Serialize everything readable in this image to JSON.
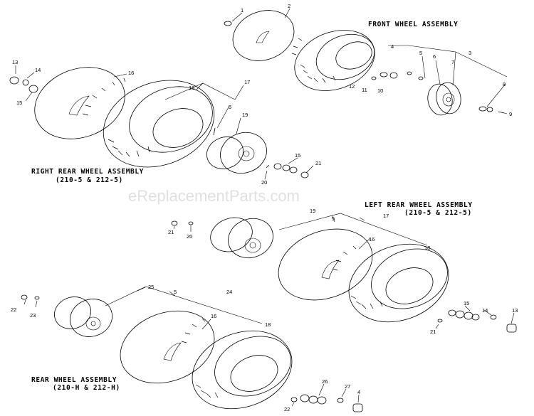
{
  "watermark": "eReplacementParts.com",
  "titles": {
    "front": "FRONT WHEEL ASSEMBLY",
    "right_rear_1": "RIGHT REAR WHEEL ASSEMBLY",
    "right_rear_2": "(210-5 & 212-5)",
    "left_rear_1": "LEFT REAR WHEEL ASSEMBLY",
    "left_rear_2": "(210-5 & 212-5)",
    "rear_1": "REAR WHEEL ASSEMBLY",
    "rear_2": "(210-H & 212-H)"
  },
  "callouts": {
    "f1": "1",
    "f2": "2",
    "f3": "3",
    "f4": "4",
    "f5": "5",
    "f6": "6",
    "f7": "7",
    "f8": "8",
    "f9": "9",
    "f10": "10",
    "f11": "11",
    "f12": "12",
    "r13": "13",
    "r14": "14",
    "r15": "15",
    "r16": "16",
    "r17": "17",
    "r18": "18",
    "r5": "5",
    "r19": "19",
    "r15b": "15",
    "r21": "21",
    "r20": "20",
    "l21": "21",
    "l20": "20",
    "l19": "19",
    "l5": "5",
    "l17": "17",
    "l16": "16",
    "l18": "18",
    "l15": "15",
    "l14": "14",
    "l13": "13",
    "l21b": "21",
    "h22": "22",
    "h23": "23",
    "h25": "25",
    "h5": "5",
    "h24": "24",
    "h16": "16",
    "h18": "18",
    "h26": "26",
    "h27": "27",
    "h4": "4",
    "h22b": "22"
  }
}
